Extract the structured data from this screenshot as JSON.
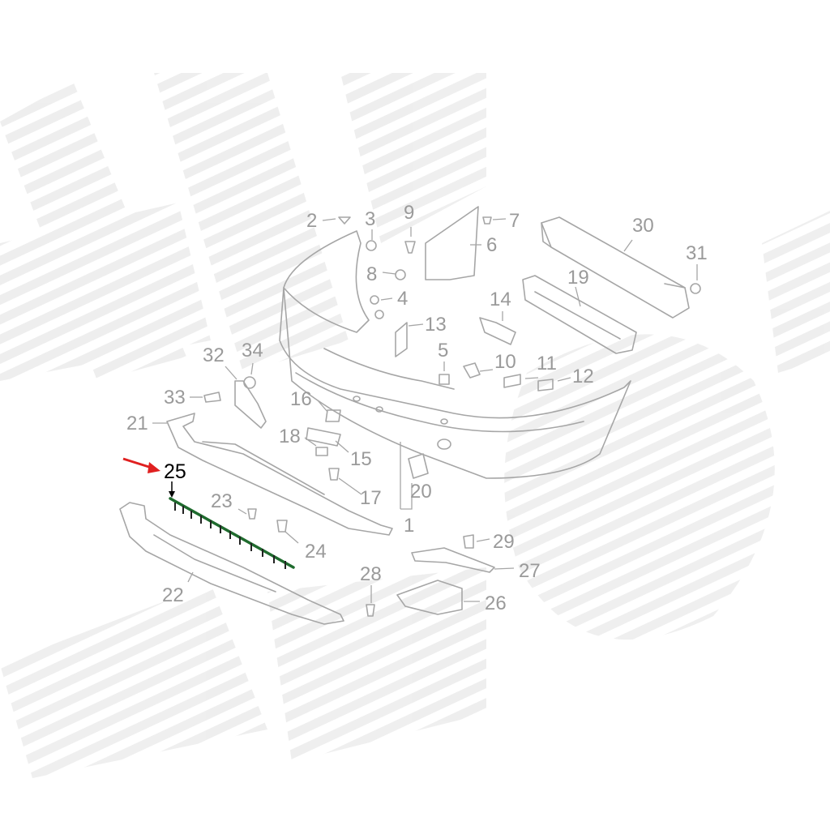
{
  "diagram": {
    "highlight_color": "#e02020",
    "active_part_color": "#1f6b2e",
    "part_color": "#a6a6a6",
    "watermark_color": "#e9e9e9"
  },
  "callouts": {
    "c1": "1",
    "c2": "2",
    "c3": "3",
    "c4": "4",
    "c5": "5",
    "c6": "6",
    "c7": "7",
    "c8": "8",
    "c9": "9",
    "c10": "10",
    "c11": "11",
    "c12": "12",
    "c13": "13",
    "c14": "14",
    "c15": "15",
    "c16": "16",
    "c17": "17",
    "c18": "18",
    "c19": "19",
    "c20": "20",
    "c21": "21",
    "c22": "22",
    "c23": "23",
    "c24": "24",
    "c25": "25",
    "c26": "26",
    "c27": "27",
    "c28": "28",
    "c29": "29",
    "c30": "30",
    "c31": "31",
    "c32": "32",
    "c33": "33",
    "c34": "34"
  }
}
